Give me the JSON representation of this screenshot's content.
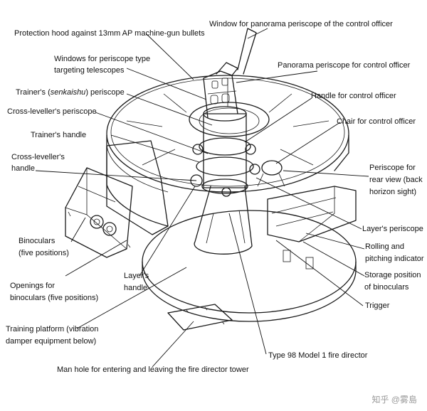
{
  "labels": {
    "protection_hood": "Protection hood against 13mm AP machine-gun bullets",
    "window_panorama": "Window for panorama periscope of the control officer",
    "windows_periscope_1": "Windows for periscope type",
    "windows_periscope_2": "targeting telescopes",
    "trainer_periscope_pre": "Trainer's (",
    "trainer_periscope_em": "senkaishu",
    "trainer_periscope_post": ") periscope",
    "panorama_periscope": "Panorama periscope for control officer",
    "cross_leveller_periscope": "Cross-leveller's periscope",
    "handle_control": "Handle for control officer",
    "trainer_handle": "Trainer's handle",
    "chair_control": "Chair for control officer",
    "cross_leveller_handle_1": "Cross-leveller's",
    "cross_leveller_handle_2": "handle",
    "rear_periscope_1": "Periscope for",
    "rear_periscope_2": "rear view (back",
    "rear_periscope_3": "horizon sight)",
    "binoculars_1": "Binoculars",
    "binoculars_2": "(five positions)",
    "layer_periscope": "Layer's periscope",
    "rolling_1": "Rolling and",
    "rolling_2": "pitching indicator",
    "layer_handle_1": "Layer's",
    "layer_handle_2": "handle",
    "openings_1": "Openings for",
    "openings_2": "binoculars (five positions)",
    "storage_1": "Storage position",
    "storage_2": "of binoculars",
    "trigger": "Trigger",
    "training_platform_1": "Training platform (vibration",
    "training_platform_2": "damper equipment below)",
    "fire_director": "Type 98 Model 1 fire director",
    "man_hole": "Man hole for entering and leaving the fire director tower"
  },
  "watermark": "知乎 @雾島"
}
